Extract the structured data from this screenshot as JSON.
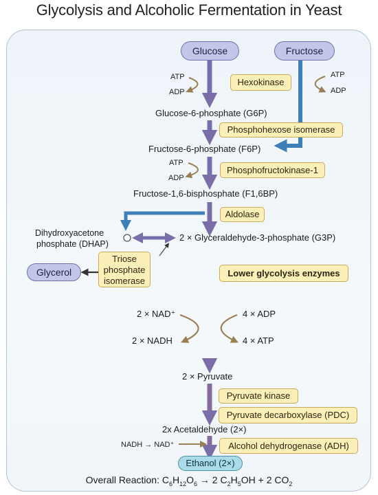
{
  "title": "Glycolysis and Alcoholic Fermentation in Yeast",
  "nodes": {
    "glucose": "Glucose",
    "fructose": "Fructose",
    "g6p": "Glucose-6-phosphate (G6P)",
    "f6p": "Fructose-6-phosphate (F6P)",
    "f16bp": "Fructose-1,6-bisphosphate (F1,6BP)",
    "dhap_line1": "Dihydroxyacetone",
    "dhap_line2": "phosphate (DHAP)",
    "g3p": "2 × Glyceraldehyde-3-phosphate (G3P)",
    "glycerol": "Glycerol",
    "pyruvate": "2 × Pyruvate",
    "acetaldehyde": "2x Acetaldehyde (2×)",
    "ethanol": "Ethanol (2×)"
  },
  "enzymes": {
    "hexokinase": "Hexokinase",
    "phi": "Phosphohexose isomerase",
    "pfk": "Phosphofructokinase-1",
    "aldolase": "Aldolase",
    "tpi_line1": "Triose",
    "tpi_line2": "phosphate",
    "tpi_line3": "isomerase",
    "lower": "Lower glycolysis enzymes",
    "pk": "Pyruvate kinase",
    "pdc": "Pyruvate decarboxylase (PDC)",
    "adh": "Alcohol dehydrogenase (ADH)"
  },
  "cofactors": {
    "atp_glucose": "ATP",
    "adp_glucose": "ADP",
    "atp_fructose": "ATP",
    "adp_fructose": "ADP",
    "atp_pfk": "ATP",
    "adp_pfk": "ADP",
    "nad_in": "2 × NAD⁺",
    "nadh_out": "2 × NADH",
    "adp_in": "4 × ADP",
    "atp_out": "4 × ATP",
    "nadh_nad": "NADH → NAD⁺"
  },
  "overall": {
    "label": "Overall Reaction: C",
    "c6": "6",
    "h": "H",
    "h12": "12",
    "o": "O",
    "o6": "6",
    "mid": " → 2 C",
    "c2": "2",
    "h2": "H",
    "h5": "5",
    "oh": "OH + 2 CO",
    "co2": "2"
  },
  "colors": {
    "main_arrow": "#7c72ae",
    "fructose_arrow": "#3f7fb8",
    "cofactor_arrow": "#9a7f55",
    "dark_arrow": "#333333",
    "substrate_fill": "#c2c7ea",
    "enzyme_fill": "#fcefb8",
    "ethanol_fill": "#a9dbe8"
  }
}
